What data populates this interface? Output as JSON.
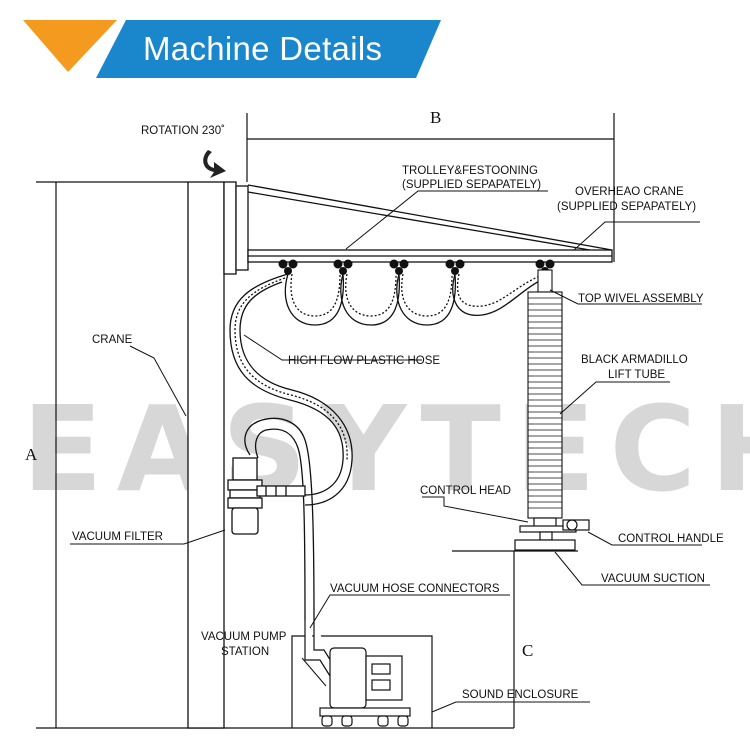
{
  "header": {
    "title": "Machine Details",
    "accent_color": "#f39a1f",
    "title_bg_color": "#1a86cc"
  },
  "watermark": "EASYTECH",
  "labels": {
    "rotation": "ROTATION 230˚",
    "dim_a": "A",
    "dim_b": "B",
    "dim_c": "C",
    "trolley_1": "TROLLEY&FESTOONING",
    "trolley_2": "(SUPPLIED SEPAPATELY)",
    "overhead_1": "OVERHEAO CRANE",
    "overhead_2": "(SUPPLIED SEPAPATELY)",
    "top_swivel": "TOP WIVEL ASSEMBLY",
    "armadillo_1": "BLACK ARMADILLO",
    "armadillo_2": "LIFT TUBE",
    "crane": "CRANE",
    "hose": "HIGH FLOW PLASTIC HOSE",
    "control_head": "CONTROL HEAD",
    "control_handle": "CONTROL HANDLE",
    "vacuum_suction": "VACUUM SUCTION",
    "vacuum_filter": "VACUUM FILTER",
    "hose_connectors": "VACUUM HOSE CONNECTORS",
    "pump_1": "VACUUM PUMP",
    "pump_2": "STATION",
    "enclosure": "SOUND ENCLOSURE"
  }
}
